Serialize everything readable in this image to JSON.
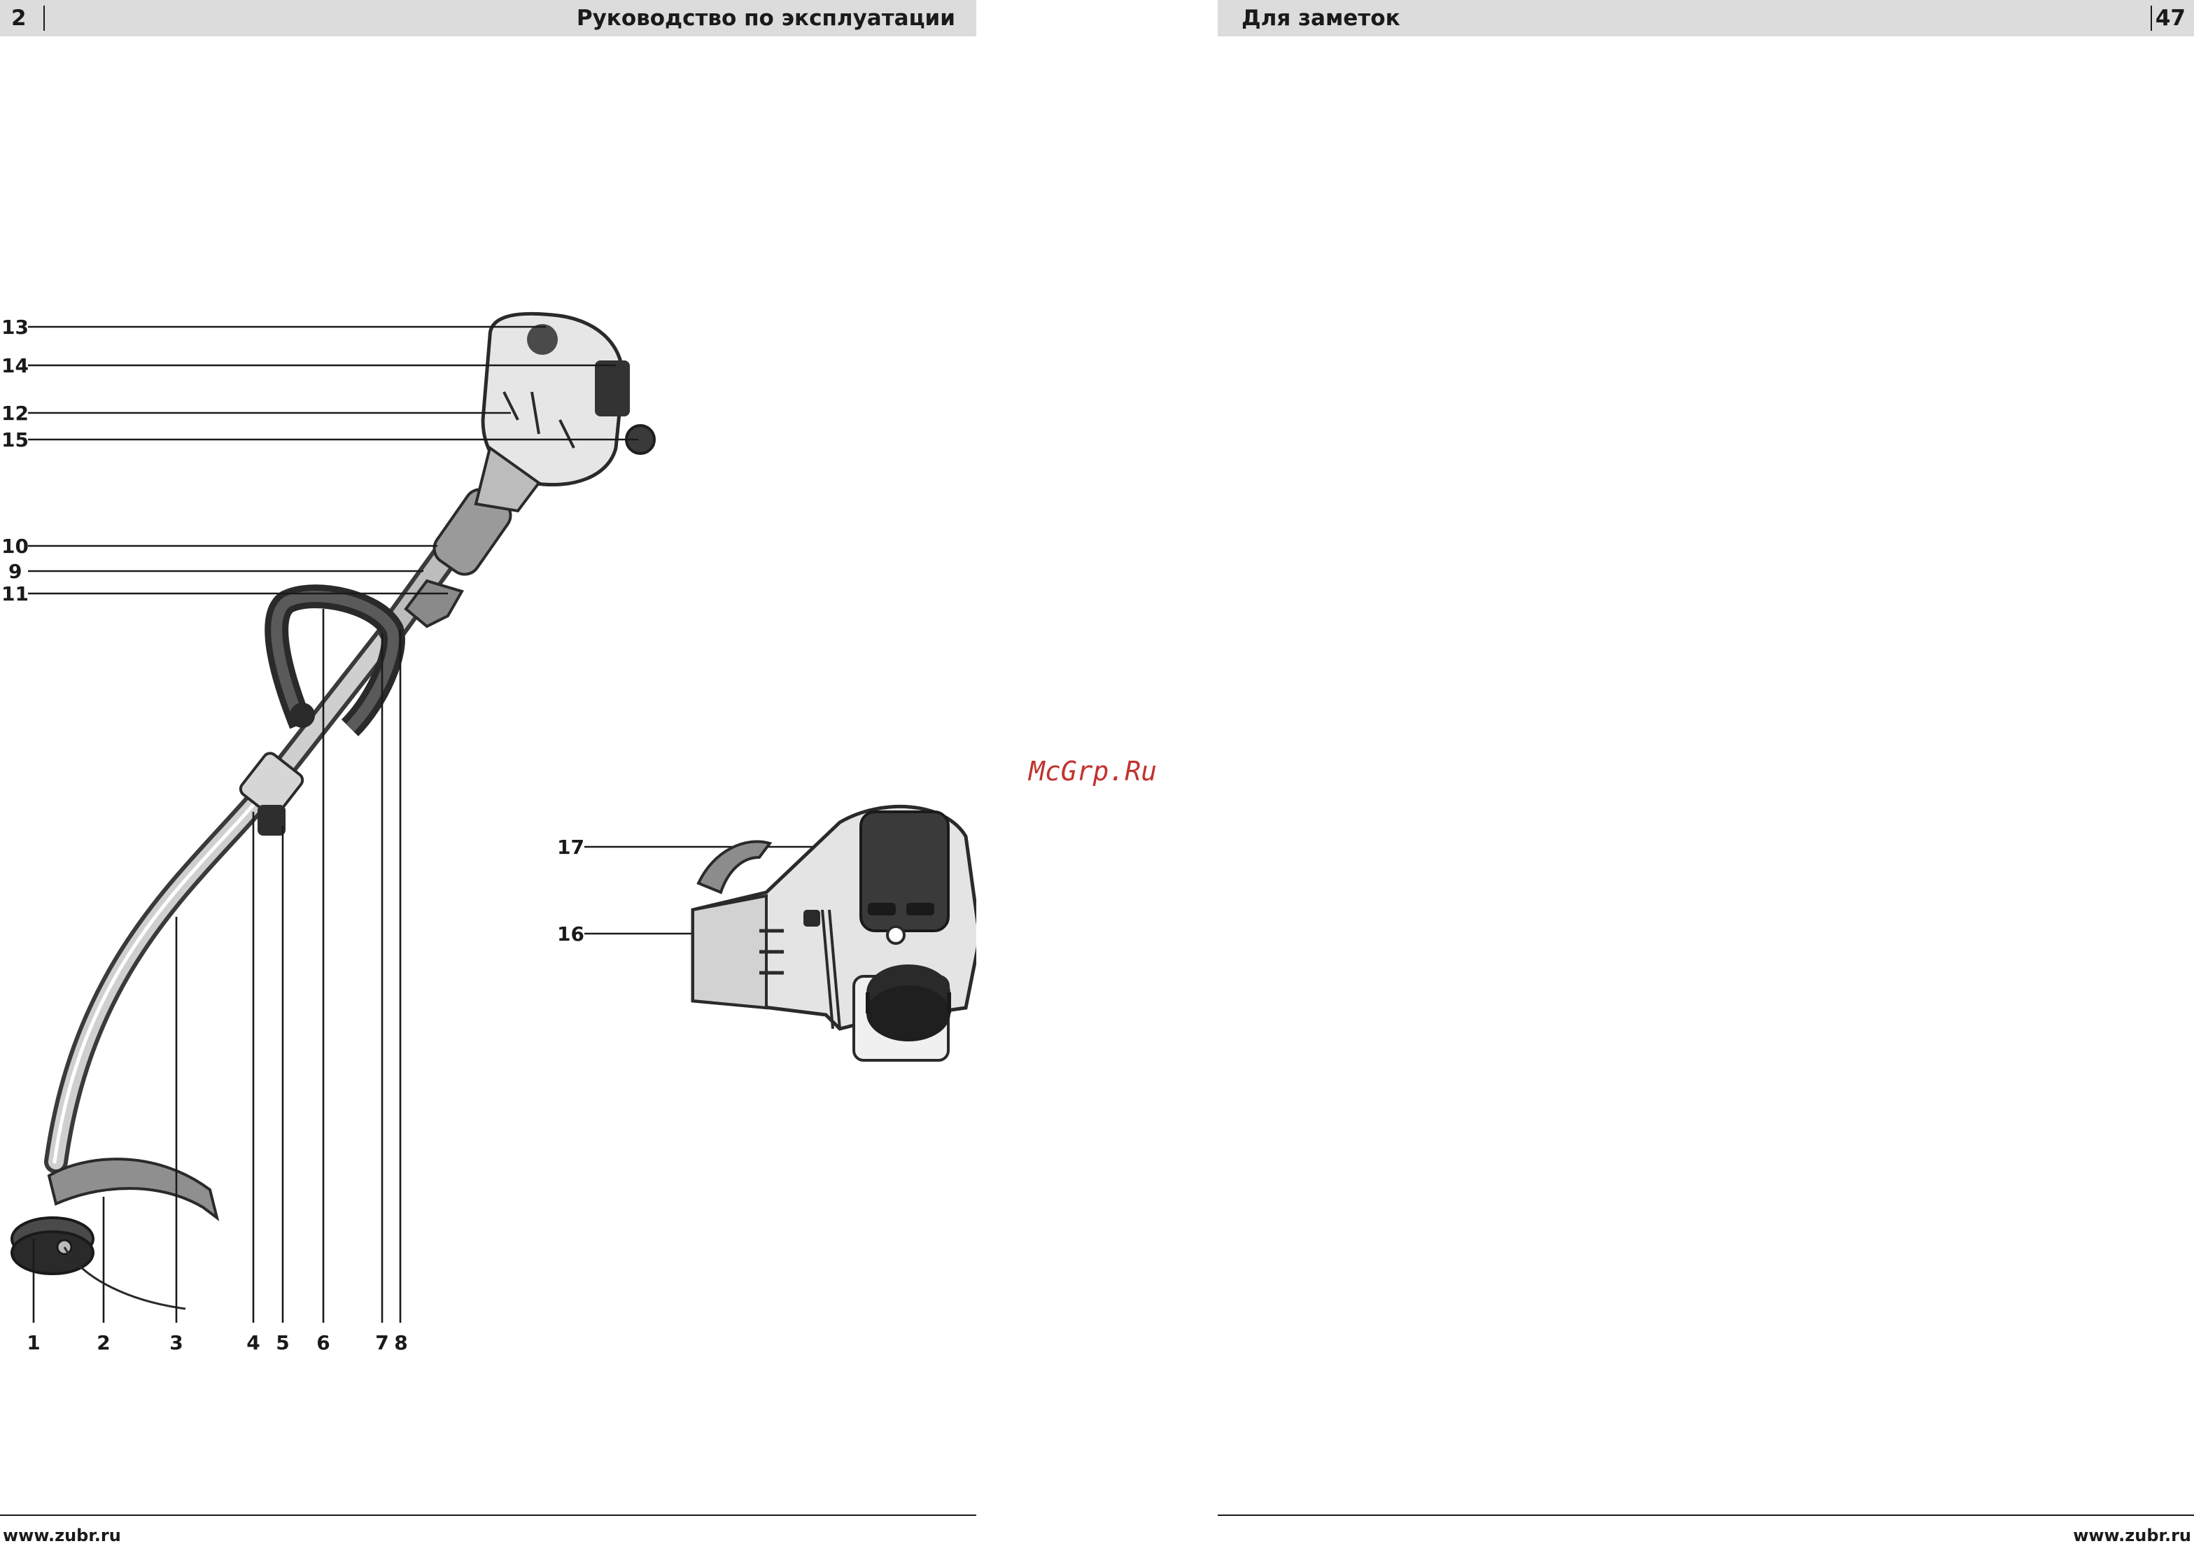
{
  "left_page": {
    "page_number": "2",
    "header_title": "Руководство по эксплуатации",
    "footer_url": "www.zubr.ru",
    "figure_callouts": {
      "bottom": [
        "1",
        "2",
        "3",
        "4",
        "5",
        "6",
        "7",
        "8"
      ],
      "left": [
        "13",
        "14",
        "12",
        "15",
        "10",
        "9",
        "11"
      ],
      "detail": [
        "17",
        "16"
      ]
    }
  },
  "right_page": {
    "header_title": "Для заметок",
    "page_number": "47",
    "footer_url": "www.zubr.ru"
  },
  "watermark": "McGrp.Ru",
  "colors": {
    "header_bar": "#dcdcdc",
    "watermark": "#c0332f",
    "text": "#1a1a1a"
  }
}
